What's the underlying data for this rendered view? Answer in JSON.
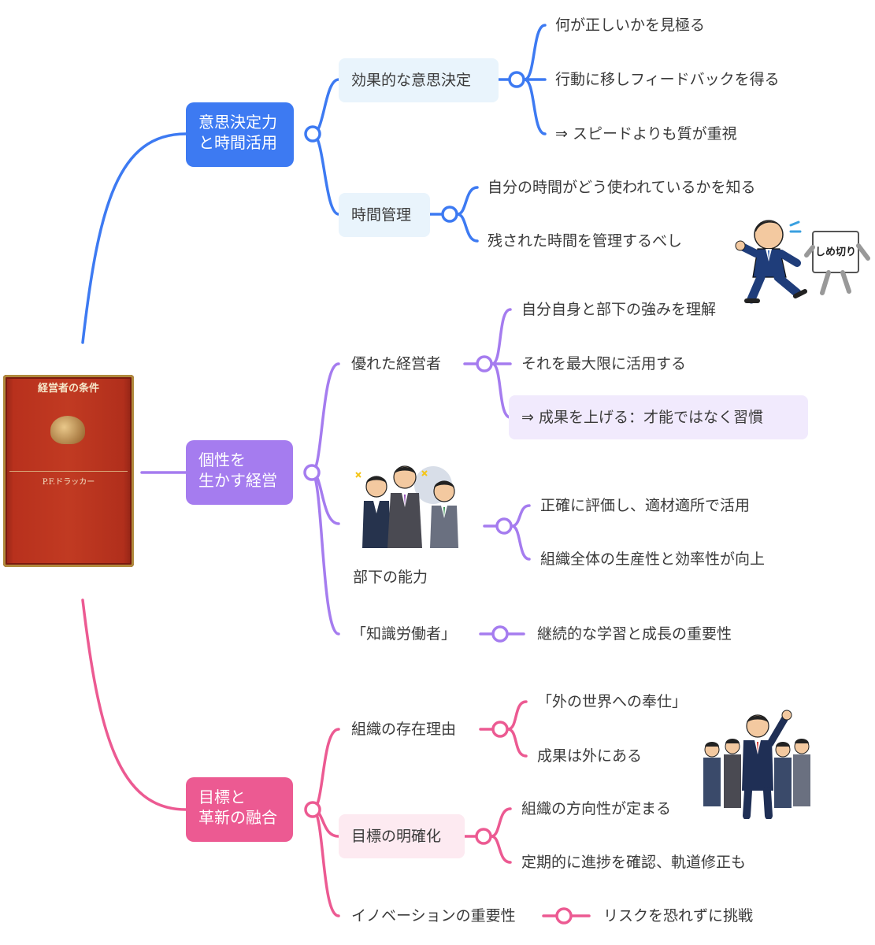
{
  "colors": {
    "blue": "#3d7af2",
    "purple": "#a57cef",
    "pink": "#ec5a92"
  },
  "root": {
    "book_title": "経営者の条件",
    "book_author": "P.F.ドラッカー"
  },
  "branch1": {
    "label": "意思決定力\nと時間活用",
    "sub1": {
      "label": "効果的な意思決定",
      "items": [
        "何が正しいかを見極る",
        "行動に移しフィードバックを得る",
        "⇒ スピードよりも質が重視"
      ]
    },
    "sub2": {
      "label": "時間管理",
      "items": [
        "自分の時間がどう使われているかを知る",
        "残された時間を管理するべし"
      ]
    },
    "illustration_caption": "しめ切り"
  },
  "branch2": {
    "label": "個性を\n生かす経営",
    "sub1": {
      "label": "優れた経営者",
      "items": [
        "自分自身と部下の強みを理解",
        "それを最大限に活用する",
        "⇒ 成果を上げる：才能ではなく習慣"
      ]
    },
    "sub2": {
      "label": "部下の能力",
      "items": [
        "正確に評価し、適材適所で活用",
        "組織全体の生産性と効率性が向上"
      ]
    },
    "sub3": {
      "label": "「知識労働者」",
      "items": [
        "継続的な学習と成長の重要性"
      ]
    }
  },
  "branch3": {
    "label": "目標と\n革新の融合",
    "sub1": {
      "label": "組織の存在理由",
      "items": [
        "「外の世界への奉仕」",
        "成果は外にある"
      ]
    },
    "sub2": {
      "label": "目標の明確化",
      "items": [
        "組織の方向性が定まる",
        "定期的に進捗を確認、軌道修正も"
      ]
    },
    "sub3": {
      "label": "イノベーションの重要性",
      "items": [
        "リスクを恐れずに挑戦"
      ]
    }
  }
}
